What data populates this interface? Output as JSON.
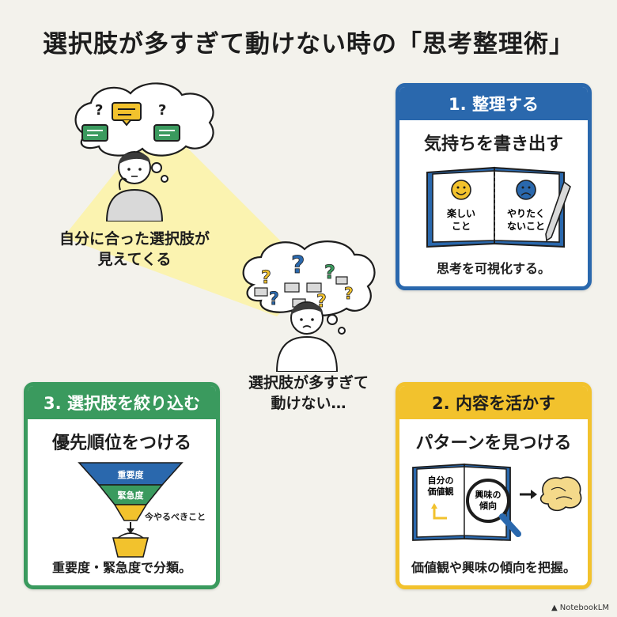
{
  "title": "選択肢が多すぎて動けない時の「思考整理術」",
  "top_figure": {
    "caption_line1": "自分に合った選択肢が",
    "caption_line2": "見えてくる"
  },
  "center_figure": {
    "caption_line1": "選択肢が多すぎて",
    "caption_line2": "動けない…"
  },
  "card1": {
    "header": "1. 整理する",
    "subtitle": "気持ちを書き出す",
    "left_page": [
      "楽しい",
      "こと"
    ],
    "right_page": [
      "やりたく",
      "ないこと"
    ],
    "footer": "思考を可視化する。"
  },
  "card2": {
    "header": "2. 内容を活かす",
    "subtitle": "パターンを見つける",
    "book_label": [
      "自分の",
      "価値観"
    ],
    "lens_label": [
      "興味の",
      "傾向"
    ],
    "footer": "価値観や興味の傾向を把握。"
  },
  "card3": {
    "header": "3. 選択肢を絞り込む",
    "subtitle": "優先順位をつける",
    "funnel_top": "重要度",
    "funnel_mid": "緊急度",
    "funnel_out": "今やるべきこと",
    "footer": "重要度・緊急度で分類。"
  },
  "logo": "NotebookLM",
  "colors": {
    "blue": "#2a68ad",
    "green": "#3a9a5e",
    "yellow": "#f2c22d",
    "beam": "#fbf3a6"
  }
}
